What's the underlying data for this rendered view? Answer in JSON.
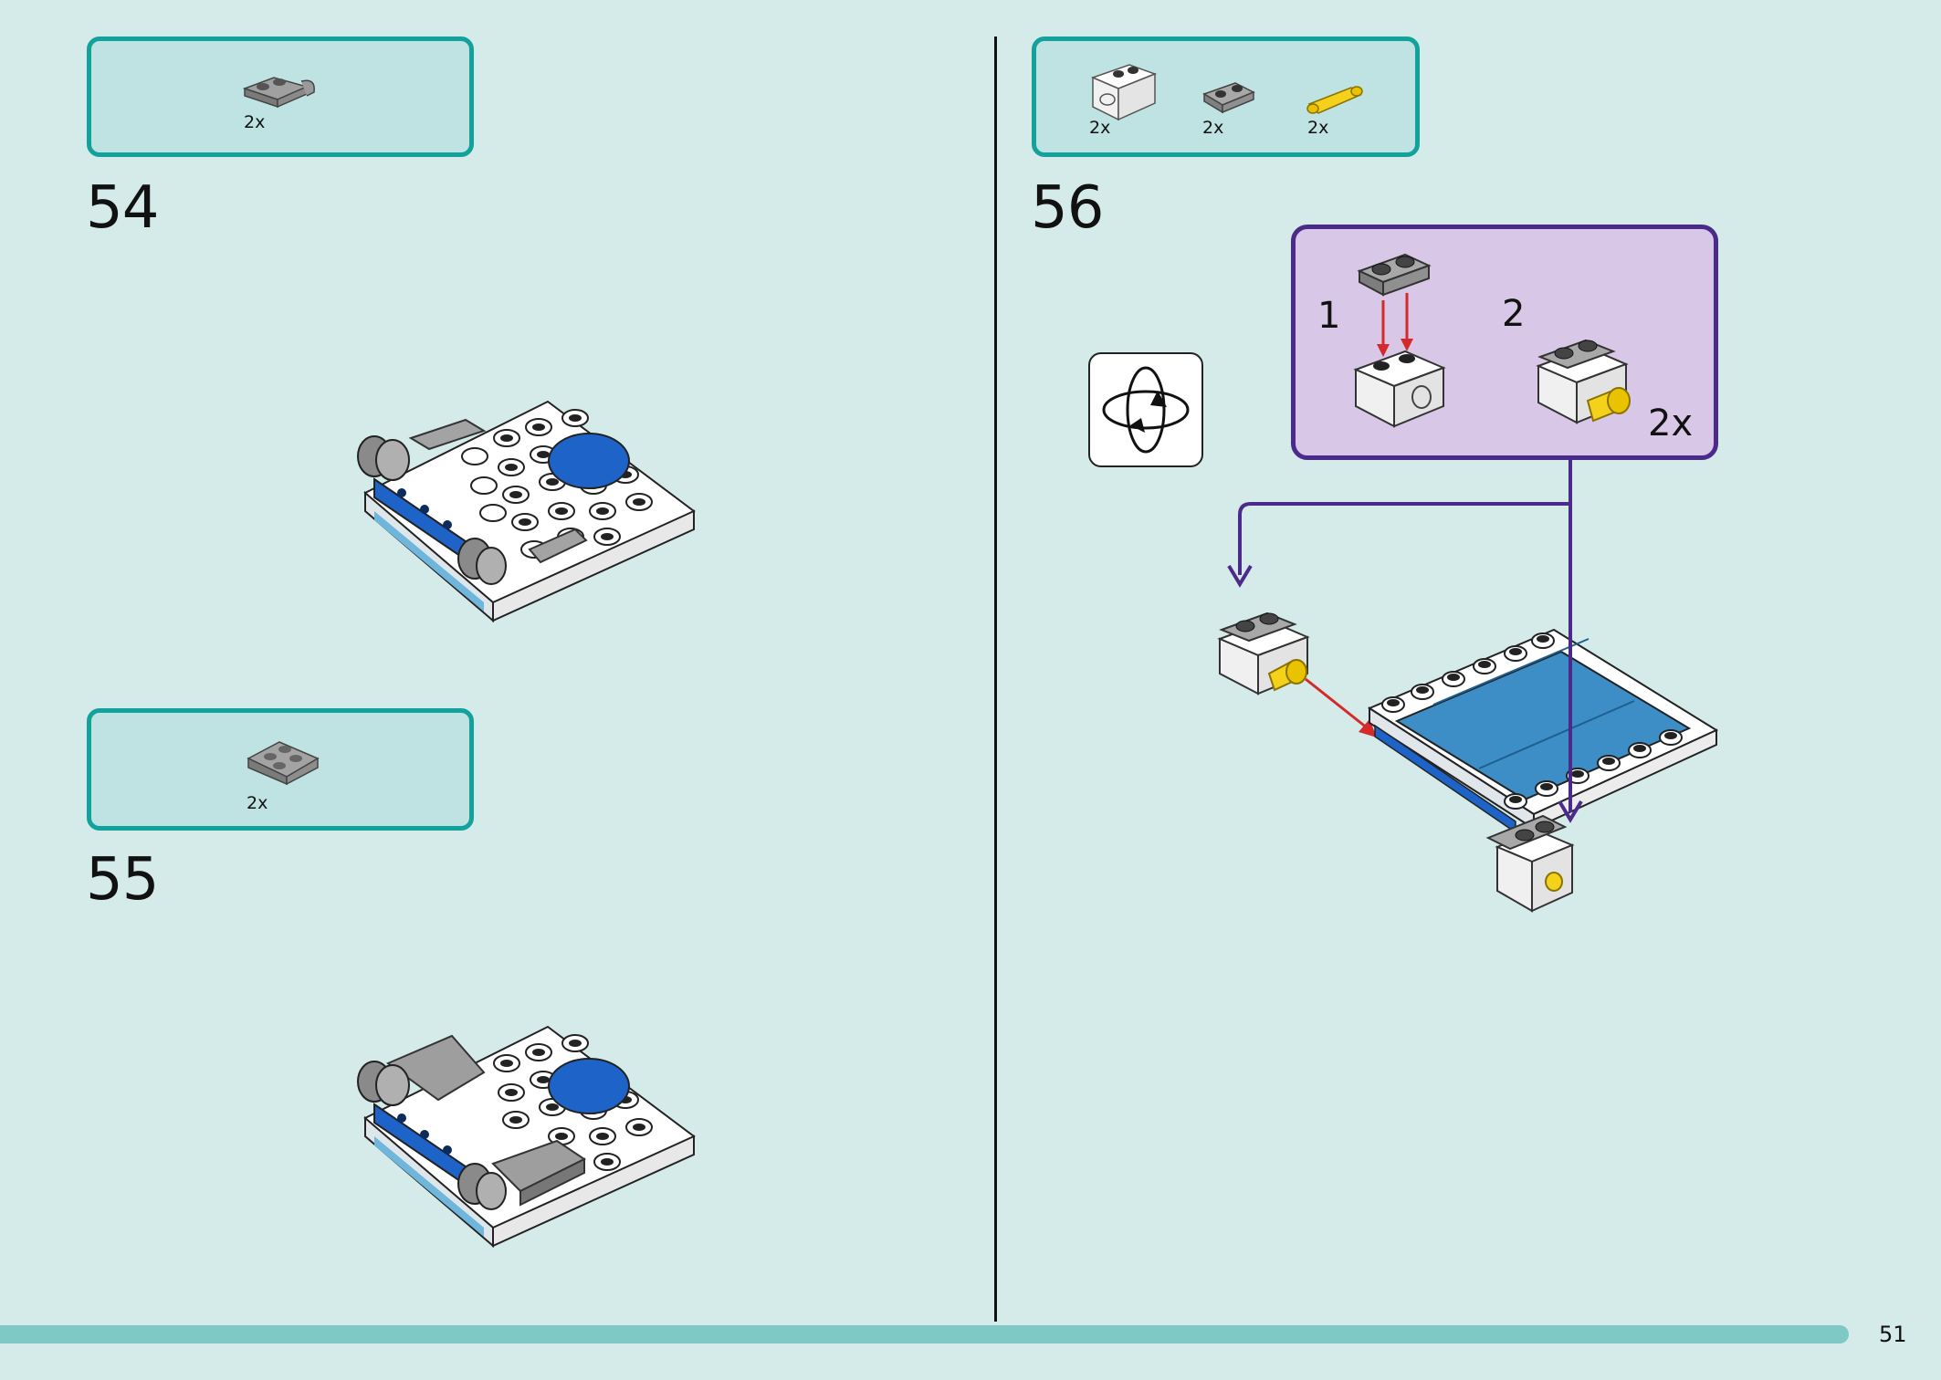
{
  "steps": [
    {
      "number": "54",
      "parts": [
        {
          "name": "gray bracket plate",
          "qty": "2x"
        }
      ]
    },
    {
      "number": "55",
      "parts": [
        {
          "name": "gray inverted slope",
          "qty": "2x"
        }
      ]
    },
    {
      "number": "56",
      "parts": [
        {
          "name": "white technic brick",
          "qty": "2x"
        },
        {
          "name": "gray 1x2 plate",
          "qty": "2x"
        },
        {
          "name": "yellow connector pin",
          "qty": "2x"
        }
      ],
      "sub_assembly": {
        "step1": "1",
        "step2": "2",
        "multiplier": "2x"
      },
      "rotate_icon": "rotate-model-icon"
    }
  ],
  "page_number": "51",
  "colors": {
    "background": "#d5ebea",
    "parts_border": "#12a29b",
    "parts_fill": "#bfe3e2",
    "sub_border": "#4b2a8c",
    "sub_fill": "#d8c7e6",
    "arrow_red": "#d42a2a",
    "brick_blue": "#1e63c8"
  }
}
